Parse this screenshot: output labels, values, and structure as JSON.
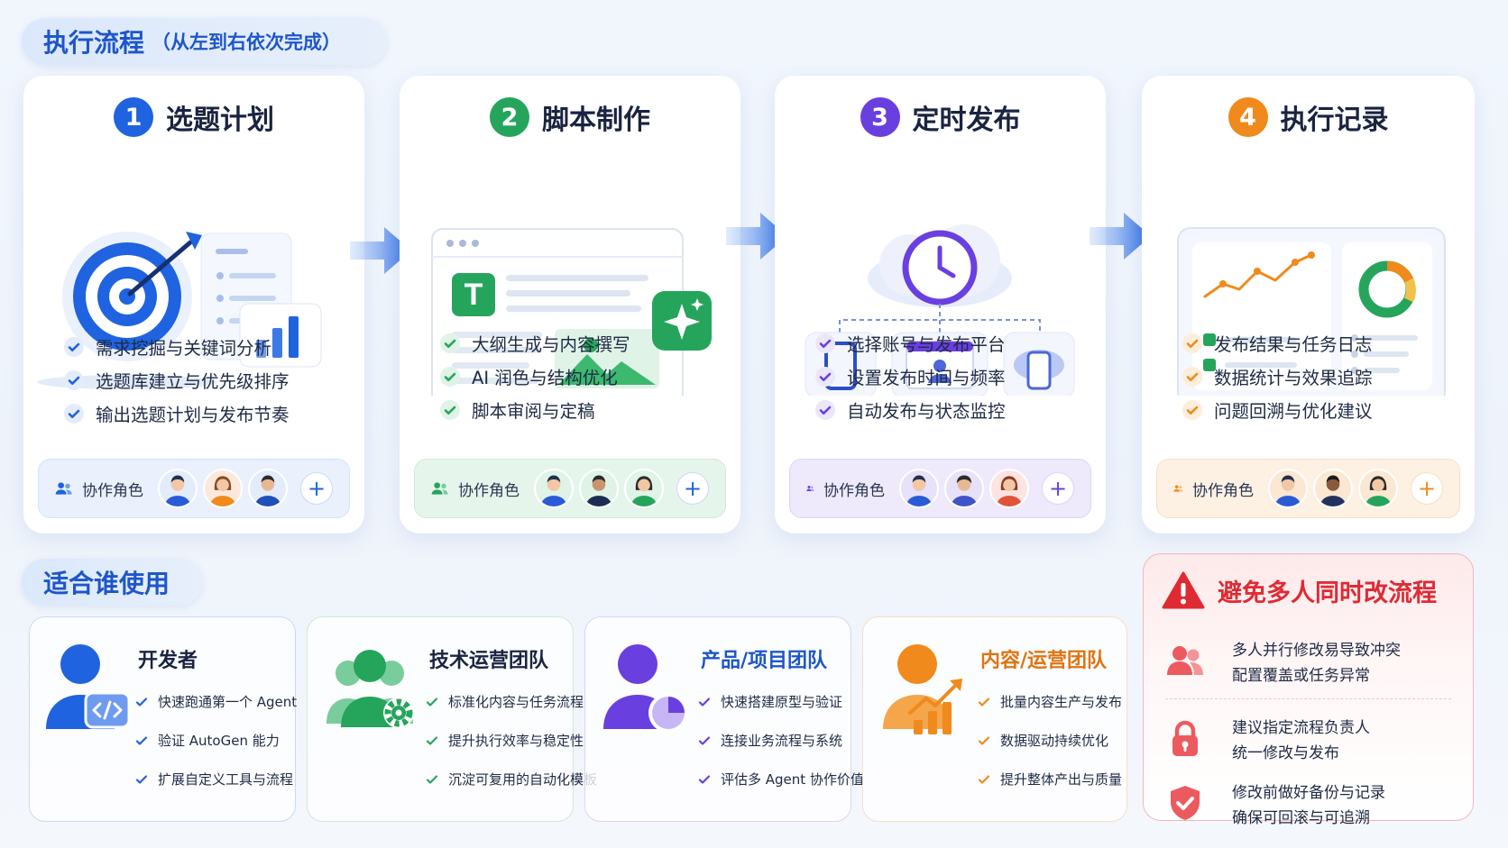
{
  "header": {
    "title": "执行流程",
    "subtitle": "（从左到右依次完成）"
  },
  "steps": [
    {
      "num": "1",
      "title": "选题计划",
      "accent": "#1f63e0",
      "items": [
        "需求挖掘与关键词分析",
        "选题库建立与优先级排序",
        "输出选题计划与发布节奏"
      ],
      "collab_label": "协作角色",
      "plus": "+"
    },
    {
      "num": "2",
      "title": "脚本制作",
      "accent": "#25a55b",
      "items": [
        "大纲生成与内容撰写",
        "AI 润色与结构优化",
        "脚本审阅与定稿"
      ],
      "collab_label": "协作角色",
      "plus": "+",
      "doc_glyph": "T"
    },
    {
      "num": "3",
      "title": "定时发布",
      "accent": "#6a3fe0",
      "items": [
        "选择账号与发布平台",
        "设置发布时间与频率",
        "自动发布与状态监控"
      ],
      "collab_label": "协作角色",
      "plus": "+"
    },
    {
      "num": "4",
      "title": "执行记录",
      "accent": "#f08a1c",
      "items": [
        "发布结果与任务日志",
        "数据统计与效果追踪",
        "问题回溯与优化建议"
      ],
      "collab_label": "协作角色",
      "plus": "+"
    }
  ],
  "audience": {
    "title": "适合谁使用",
    "cards": [
      {
        "title": "开发者",
        "accent": "#1f63e0",
        "items": [
          "快速跑通第一个 Agent",
          "验证 AutoGen 能力",
          "扩展自定义工具与流程"
        ]
      },
      {
        "title": "技术运营团队",
        "accent": "#25a55b",
        "items": [
          "标准化内容与任务流程",
          "提升执行效率与稳定性",
          "沉淀可复用的自动化模板"
        ]
      },
      {
        "title": "产品/项目团队",
        "accent": "#6a3fe0",
        "items": [
          "快速搭建原型与验证",
          "连接业务流程与系统",
          "评估多 Agent 协作价值"
        ]
      },
      {
        "title": "内容/运营团队",
        "accent": "#f08a1c",
        "items": [
          "批量内容生产与发布",
          "数据驱动持续优化",
          "提升整体产出与质量"
        ]
      }
    ]
  },
  "warning": {
    "title": "避免多人同时改流程",
    "accent": "#e02a33",
    "items": [
      {
        "line1": "多人并行修改易导致冲突",
        "line2": "配置覆盖或任务异常"
      },
      {
        "line1": "建议指定流程负责人",
        "line2": "统一修改与发布"
      },
      {
        "line1": "修改前做好备份与记录",
        "line2": "确保可回滚与可追溯"
      }
    ]
  }
}
